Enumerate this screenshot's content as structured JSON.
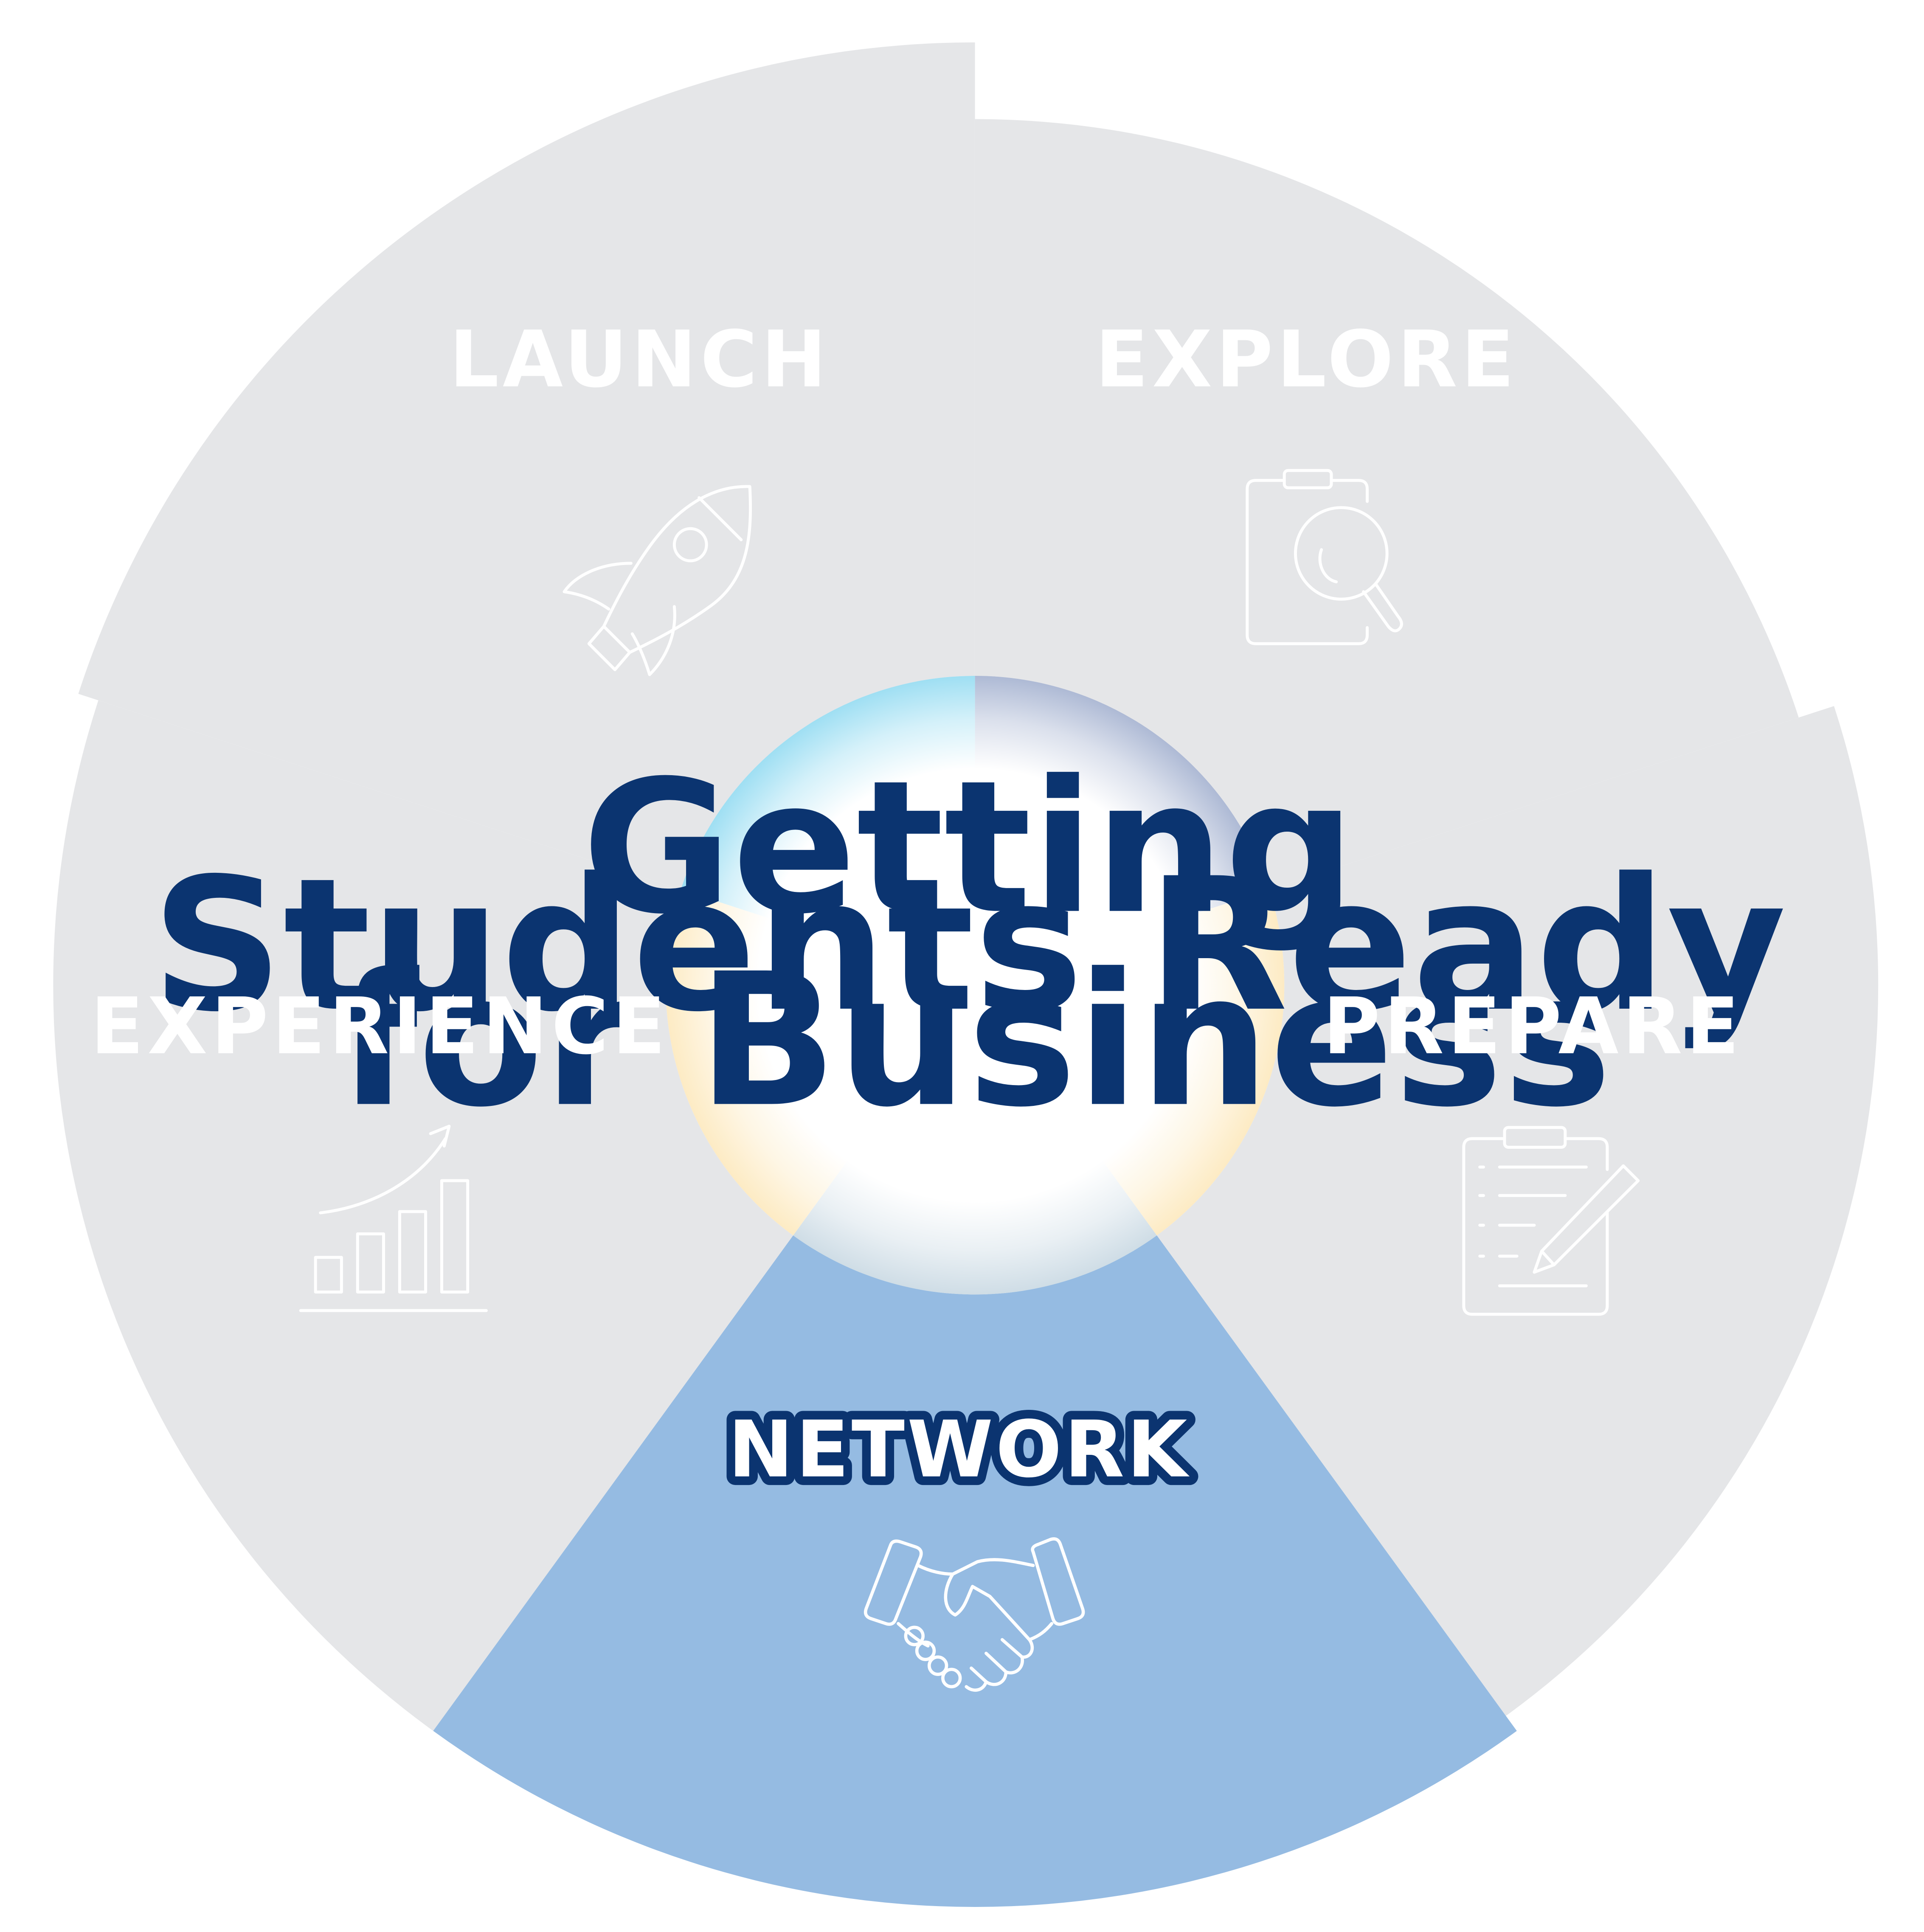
{
  "center": {
    "lines": [
      "Getting",
      "Students Ready",
      "for Business"
    ]
  },
  "segments": [
    {
      "label": "LAUNCH",
      "icon": "rocket-icon",
      "active": false
    },
    {
      "label": "EXPLORE",
      "icon": "clipboard-search-icon",
      "active": false
    },
    {
      "label": "PREPARE",
      "icon": "clipboard-pencil-icon",
      "active": false
    },
    {
      "label": "NETWORK",
      "icon": "handshake-icon",
      "active": true
    },
    {
      "label": "EXPERIENCE",
      "icon": "growth-chart-icon",
      "active": false
    }
  ],
  "colors": {
    "segment_inactive": "#e5e6e8",
    "segment_active": "#95bbe2",
    "label_inactive": "#ffffff",
    "label_active_outline": "#0b3470",
    "center_text": "#0b3470",
    "ring_light_blue": "#9fdff3",
    "ring_slate": "#aebad5",
    "ring_cream": "#fdebc4",
    "ring_pale_blue": "#cfdde6"
  }
}
